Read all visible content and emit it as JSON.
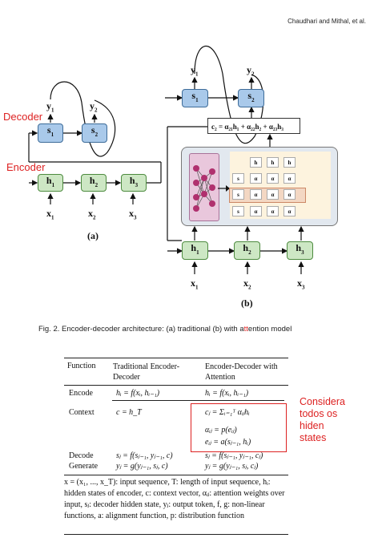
{
  "header": "Chaudhari and Mithal, et al.",
  "labels": {
    "decoder": "Decoder",
    "encoder": "Encoder",
    "panel_a": "(a)",
    "panel_b": "(b)"
  },
  "context_vector": "c₂ = α₂₁h₁ + α₂₂h₂ + α₂₃h₃",
  "caption": {
    "prefix": "Fig. 2.  Encoder-decoder architecture: (a) traditional (b) with a",
    "highlight": "tt",
    "suffix": "ention model"
  },
  "table": {
    "headers": [
      "Function",
      "Traditional Encoder-Decoder",
      "Encoder-Decoder with Attention"
    ],
    "rows": [
      {
        "fn": "Encode",
        "trad": "hᵢ = f(xᵢ, hᵢ₋₁)",
        "attn": "hᵢ = f(xᵢ, hᵢ₋₁)"
      },
      {
        "fn": "Context",
        "trad": "c = h_T",
        "attn": "cⱼ = Σᵢ₌₁ᵀ αᵢⱼhᵢ"
      },
      {
        "fn": "",
        "trad": "",
        "attn": "αᵢⱼ = p(eᵢⱼ)"
      },
      {
        "fn": "",
        "trad": "",
        "attn": "eᵢⱼ = a(sⱼ₋₁, hᵢ)"
      },
      {
        "fn": "Decode",
        "trad": "sⱼ = f(sⱼ₋₁, yⱼ₋₁, c)",
        "attn": "sⱼ = f(sⱼ₋₁, yⱼ₋₁, cⱼ)"
      },
      {
        "fn": "Generate",
        "trad": "yⱼ = g(yⱼ₋₁, sⱼ, c)",
        "attn": "yⱼ = g(yⱼ₋₁, sⱼ, cⱼ)"
      }
    ]
  },
  "footnote": "x = (x₁, ..., x_T): input sequence, T: length of input sequence, hᵢ: hidden states of encoder, c: context vector, αᵢⱼ: attention weights over input, sⱼ: decoder hidden state, yⱼ: output token, f, g: non-linear functions, a: alignment function, p: distribution function",
  "annotation": [
    "Considera",
    "todos os",
    "hiden",
    "states"
  ],
  "colors": {
    "encoder_node": "#cde7c4",
    "decoder_node": "#a9c9ea",
    "annotation": "#dd2222",
    "attention_panel": "#e2e8ef",
    "nn_block": "#e9c7dc"
  }
}
